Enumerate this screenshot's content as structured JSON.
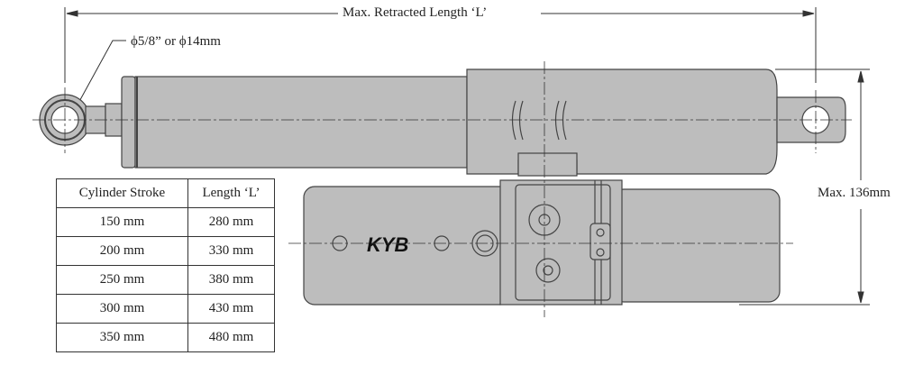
{
  "dimensions": {
    "length_label": "Max. Retracted Length ‘L’",
    "height_label": "Max. 136mm",
    "pin_label": "ϕ5/8” or ϕ14mm"
  },
  "logo": "KYB",
  "table": {
    "headers": [
      "Cylinder Stroke",
      "Length ‘L’"
    ],
    "rows": [
      [
        "150 mm",
        "280 mm"
      ],
      [
        "200 mm",
        "330 mm"
      ],
      [
        "250 mm",
        "380 mm"
      ],
      [
        "300 mm",
        "430 mm"
      ],
      [
        "350 mm",
        "480 mm"
      ]
    ]
  }
}
